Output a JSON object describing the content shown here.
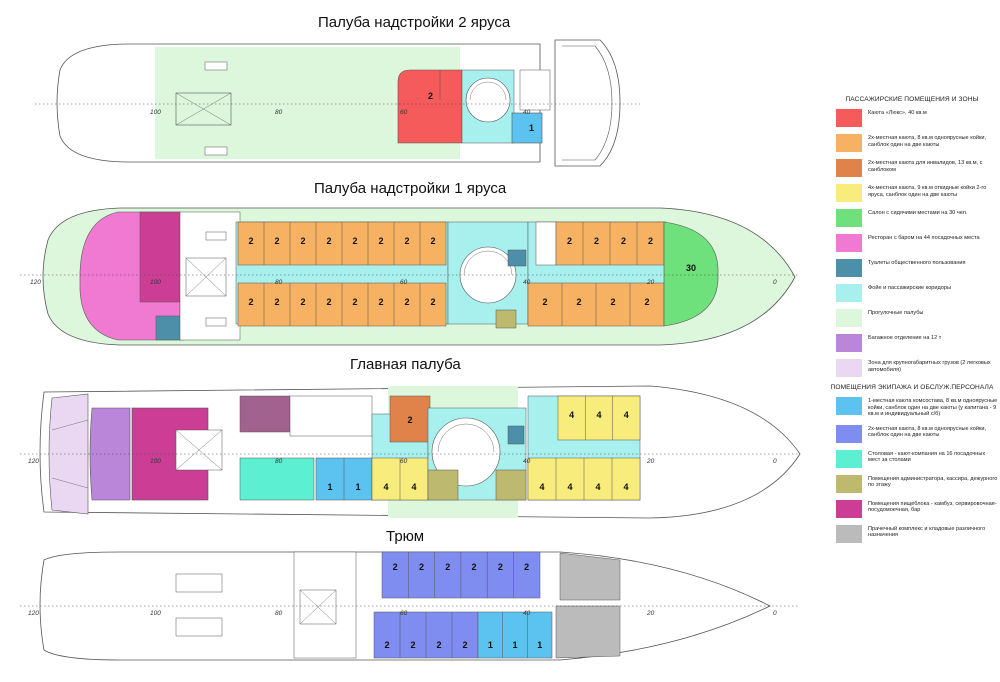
{
  "decks": {
    "upper2": {
      "title": "Палуба надстройки 2 яруса"
    },
    "upper1": {
      "title": "Палуба надстройки 1 яруса"
    },
    "main": {
      "title": "Главная палуба"
    },
    "hold": {
      "title": "Трюм"
    }
  },
  "colors": {
    "lux": "#f55b5b",
    "double": "#f6b262",
    "invalid": "#e0834a",
    "quad": "#f7ec7c",
    "salon": "#6ee07c",
    "restaurant": "#f07ad2",
    "wc": "#4d8fa8",
    "foyer": "#a8f0ee",
    "promenade": "#dcf7dc",
    "luggage": "#b986da",
    "cargo": "#ead7f2",
    "crew1": "#5cc3f1",
    "crew2": "#7f8cf0",
    "canteen": "#5cefd1",
    "admin": "#bdb96e",
    "galley": "#cc3e95",
    "laundry": "#bbbbbb"
  },
  "legend": {
    "passenger_header": "ПАССАЖИРСКИЕ ПОМЕЩЕНИЯ И ЗОНЫ",
    "crew_header": "ПОМЕЩЕНИЯ ЭКИПАЖА И ОБСЛУЖ.ПЕРСОНАЛА",
    "passenger_items": [
      {
        "text": "Каюта «Люкс», 40 кв.м"
      },
      {
        "text": "2х-местная каюта, 8 кв.м одноярусные койки, санблок один на две каюты"
      },
      {
        "text": "2х-местная каюта для инвалидов, 13 кв.м, с санблоком"
      },
      {
        "text": "4х-местная каюта, 9 кв.м откидные койки 2-го яруса, санблок один на две каюты"
      },
      {
        "text": "Салон с сидячими местами на 30 чел."
      },
      {
        "text": "Ресторан с баром на 44 посадочных места"
      },
      {
        "text": "Туалеты общественного пользования"
      },
      {
        "text": "Фойе и пассажирские коридоры"
      },
      {
        "text": "Прогулочные палубы"
      },
      {
        "text": "Багажное отделение на 12 т"
      },
      {
        "text": "Зона для крупногабаритных грузов (2 легковых автомобиля)"
      }
    ],
    "crew_items": [
      {
        "text": "1-местная каюта комсостава, 8 кв.м одноярусные койки, санблок один на две каюты (у капитана - 9 кв.м и индивидуальный с/б)"
      },
      {
        "text": "2х-местная каюта, 8 кв.м одноярусные койки, санблок один на две каюты"
      },
      {
        "text": "Столовая - кают-компания на 16 посадочных мест за столами"
      },
      {
        "text": "Помещения администратора, кассира, дежурного по этажу"
      },
      {
        "text": "Помещения пищеблока - камбуз, сервировочная-посудомоечная, бар"
      },
      {
        "text": "Прачечный комплекс и кладовые различного назначения"
      }
    ]
  },
  "labels": {
    "frames": [
      "120",
      "100",
      "80",
      "60",
      "40",
      "20",
      "0"
    ],
    "upper2": {
      "lux": "2",
      "crew": "1",
      "frames": [
        "100",
        "80",
        "60",
        "40"
      ]
    },
    "upper1": {
      "top_row": [
        "2",
        "2",
        "2",
        "2",
        "2",
        "2",
        "2",
        "2"
      ],
      "bottom_row": [
        "2",
        "2",
        "2",
        "2",
        "2",
        "2",
        "2",
        "2"
      ],
      "bow_top": [
        "2",
        "2",
        "2",
        "2"
      ],
      "bow_bottom": [
        "2",
        "2",
        "2",
        "2"
      ],
      "salon": "30"
    },
    "main": {
      "invalid": "2",
      "quad_top": [
        "4",
        "4",
        "4"
      ],
      "quad_mid_bottom": [
        "4",
        "4"
      ],
      "quad_bow_bottom": [
        "4",
        "4",
        "4",
        "4"
      ],
      "crew1": [
        "1",
        "1"
      ]
    },
    "hold": {
      "top_row": [
        "2",
        "2",
        "2",
        "2",
        "2",
        "2"
      ],
      "bottom_crew2": [
        "2",
        "2",
        "2",
        "2"
      ],
      "bottom_crew1": [
        "1",
        "1",
        "1"
      ]
    }
  }
}
